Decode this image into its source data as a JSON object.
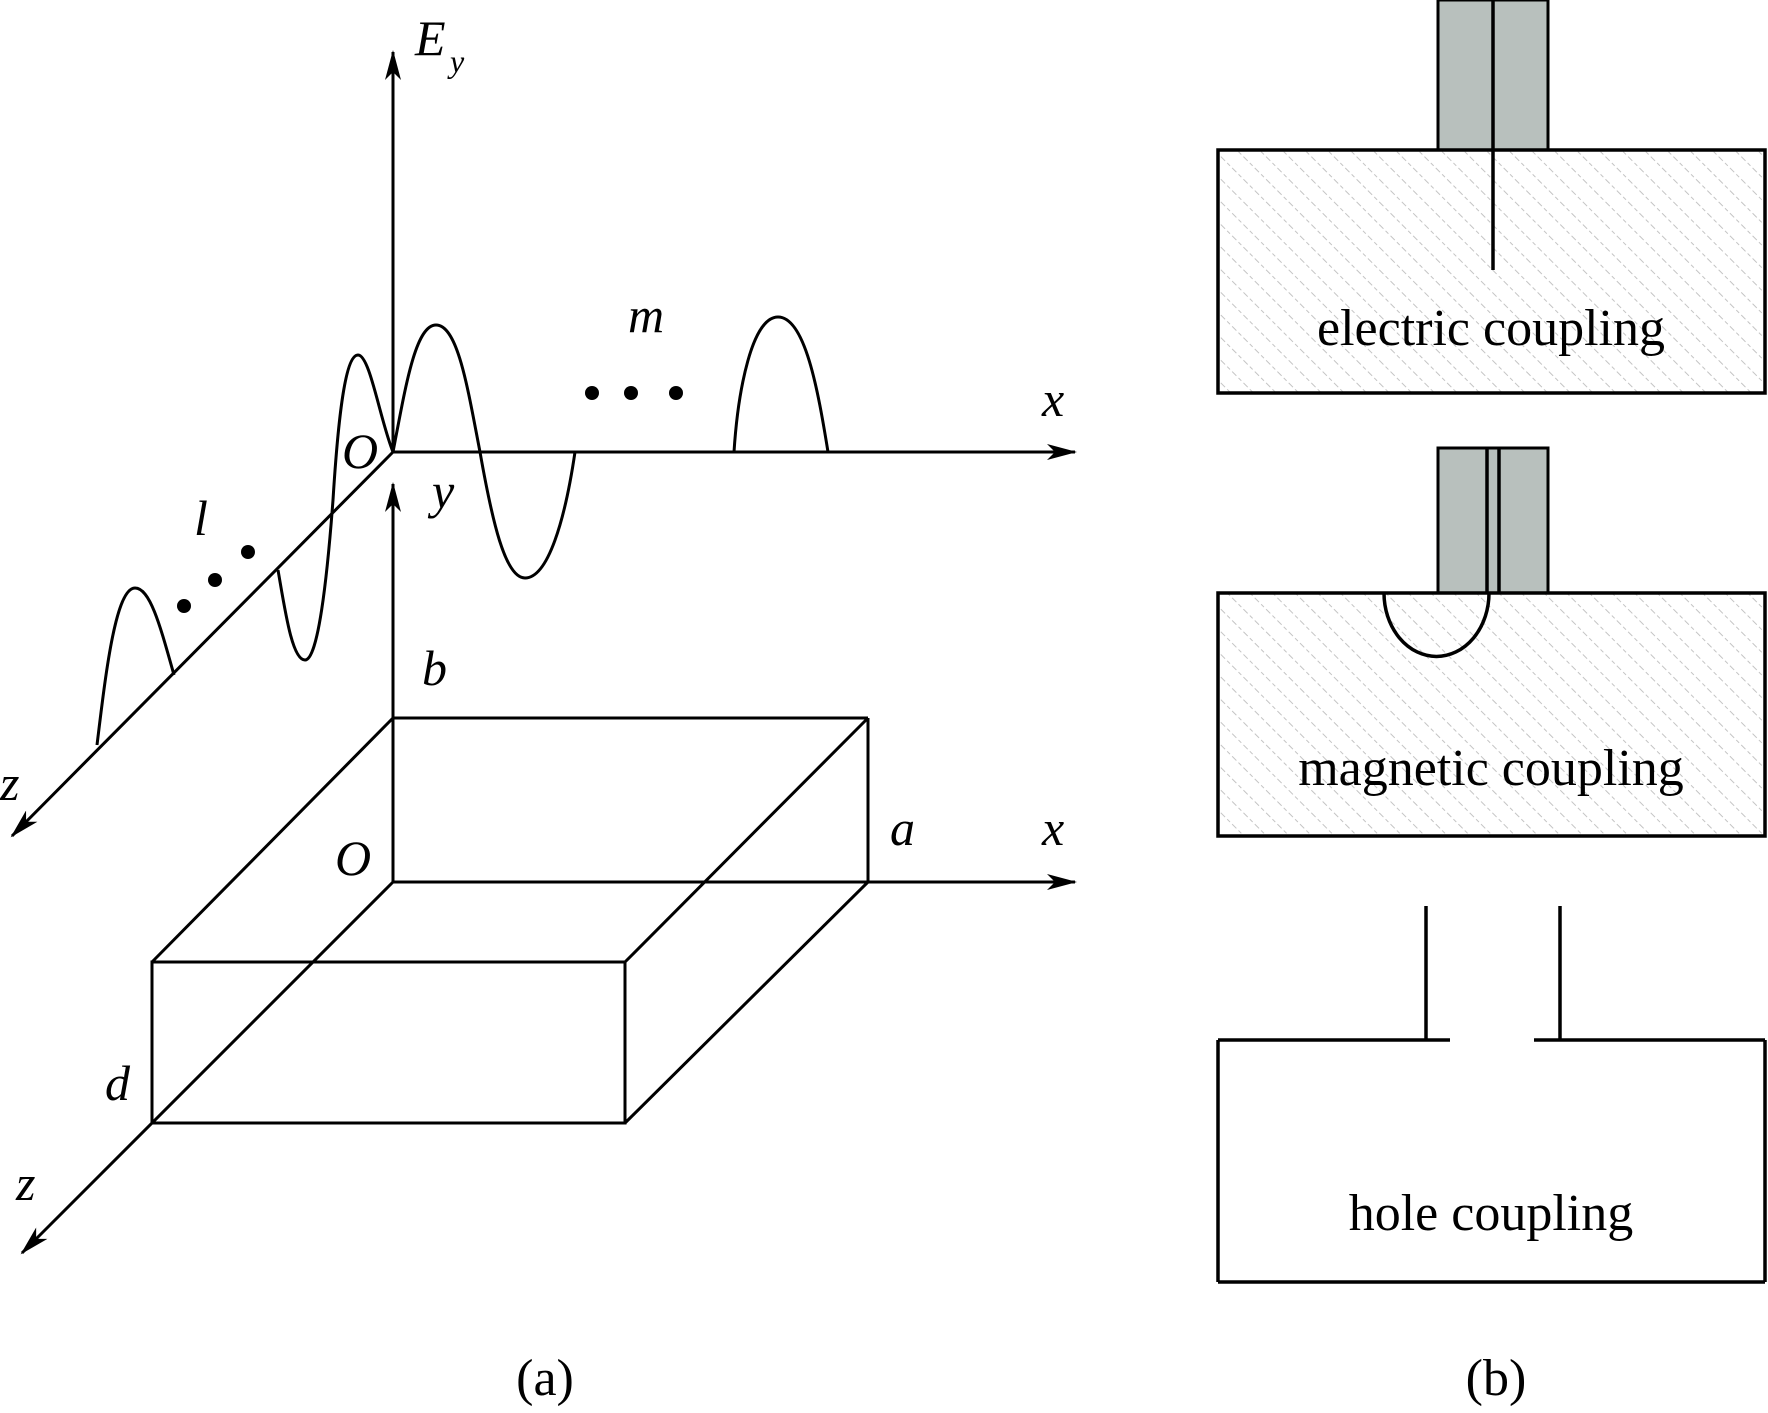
{
  "panel_a": {
    "axis_labels": {
      "ey_main": "E",
      "ey_sub": "y",
      "x_top": "x",
      "z_top": "z",
      "origin_top": "O",
      "y_top": "y",
      "b": "b",
      "a": "a",
      "x_bottom": "x",
      "origin_bottom": "O",
      "d": "d",
      "z_bottom": "z"
    },
    "mode_labels": {
      "m": "m",
      "l": "l"
    },
    "caption": "(a)"
  },
  "panel_b": {
    "couplings": [
      {
        "label": "electric coupling"
      },
      {
        "label": "magnetic coupling"
      },
      {
        "label": "hole coupling"
      }
    ],
    "caption": "(b)"
  },
  "colors": {
    "stroke": "#000000",
    "probe_fill": "#b8c0bd",
    "hatch": "#c4c4c4"
  }
}
